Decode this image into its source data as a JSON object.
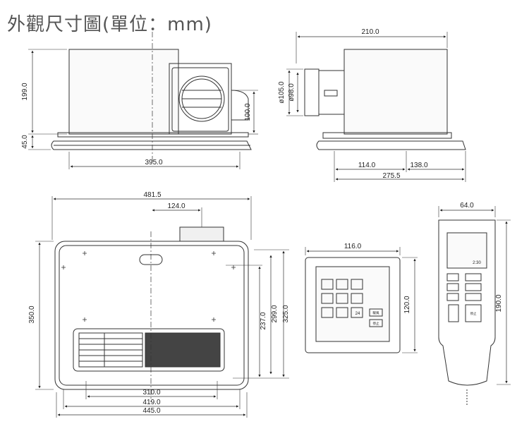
{
  "title": "外觀尺寸圖(單位：mm)",
  "side_view": {
    "height": "199.0",
    "flange": "45.0",
    "width": "395.0",
    "duct_height": "100.0"
  },
  "end_view": {
    "top": "210.0",
    "duct_outer": "ø105.0",
    "duct_inner": "ø98.0",
    "a": "114.0",
    "b": "138.0",
    "total": "275.5"
  },
  "front_view": {
    "width": "481.5",
    "duct_offset": "124.0",
    "height": "350.0",
    "h1": "237.0",
    "h2": "299.0",
    "h3": "325.0",
    "w1": "310.0",
    "w2": "419.0",
    "w3": "445.0"
  },
  "panel": {
    "width": "116.0",
    "height": "120.0",
    "btn_label": "24",
    "side_btn": "暖風",
    "stop_btn": "停止"
  },
  "remote": {
    "width": "64.0",
    "height": "190.0",
    "time": "2:30",
    "stop": "停止"
  }
}
